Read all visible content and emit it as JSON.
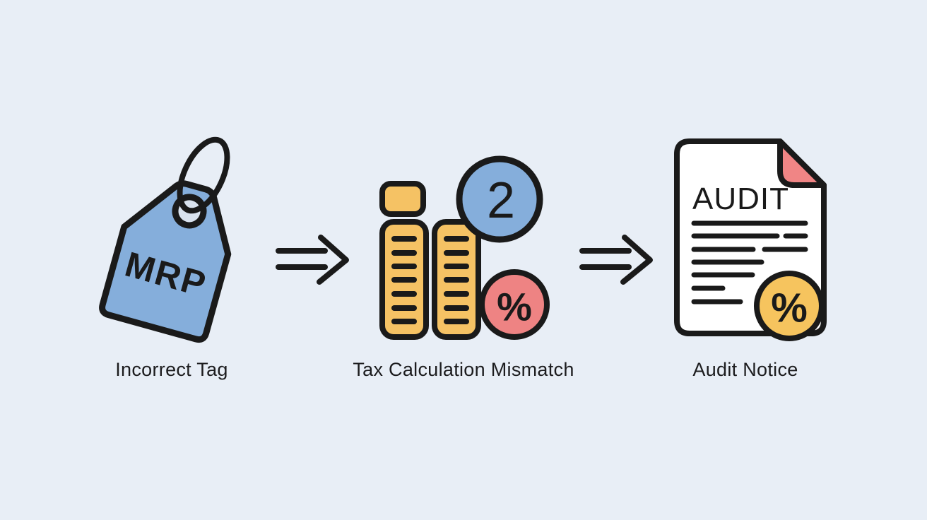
{
  "figure": {
    "type": "process-flow-illustration",
    "topic": "MRP tag error leading to tax mismatch and audit notice"
  },
  "stages": [
    {
      "id": "incorrect-tag",
      "label": "Incorrect Tag",
      "icon": "price-tag-icon",
      "icon_text": "MRP"
    },
    {
      "id": "tax-calculation-mismatch",
      "label": "Tax Calculation Mismatch",
      "icon": "bar-columns-icon",
      "badge_number": "2",
      "badge_percent": "%"
    },
    {
      "id": "audit-notice",
      "label": "Audit Notice",
      "icon": "audit-document-icon",
      "doc_title": "AUDIT",
      "badge_percent": "%"
    }
  ],
  "connectors": [
    {
      "id": "arrow-1",
      "type": "double-line-arrow-right"
    },
    {
      "id": "arrow-2",
      "type": "double-line-arrow-right"
    }
  ],
  "colors": {
    "background": "#e8eef6",
    "outline": "#1a1a1a",
    "tag_blue": "#85aedb",
    "hole_fill": "#d9e2ee",
    "bar_yellow": "#f5c264",
    "circle_blue": "#85aedb",
    "circle_red": "#ee8383",
    "fold_pink": "#f08585",
    "doc_white": "#ffffff",
    "badge_yellow": "#f6c45e"
  }
}
